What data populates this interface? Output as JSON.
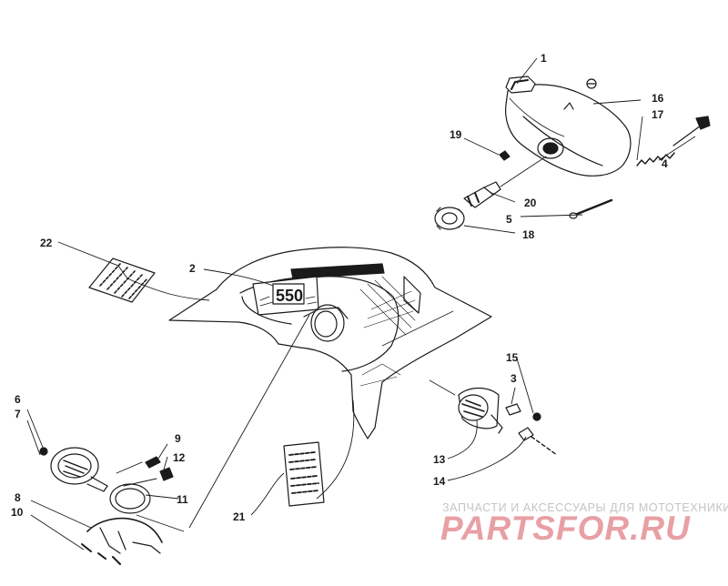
{
  "diagram": {
    "parts": [
      {
        "id": "1",
        "label": "1"
      },
      {
        "id": "2",
        "label": "2"
      },
      {
        "id": "3",
        "label": "3"
      },
      {
        "id": "4",
        "label": "4"
      },
      {
        "id": "5",
        "label": "5"
      },
      {
        "id": "6",
        "label": "6"
      },
      {
        "id": "7",
        "label": "7"
      },
      {
        "id": "8",
        "label": "8"
      },
      {
        "id": "9",
        "label": "9"
      },
      {
        "id": "10",
        "label": "10"
      },
      {
        "id": "11",
        "label": "11"
      },
      {
        "id": "12",
        "label": "12"
      },
      {
        "id": "13",
        "label": "13"
      },
      {
        "id": "14",
        "label": "14"
      },
      {
        "id": "15",
        "label": "15"
      },
      {
        "id": "16",
        "label": "16"
      },
      {
        "id": "17",
        "label": "17"
      },
      {
        "id": "18",
        "label": "18"
      },
      {
        "id": "19",
        "label": "19"
      },
      {
        "id": "20",
        "label": "20"
      },
      {
        "id": "21",
        "label": "21"
      },
      {
        "id": "22",
        "label": "22"
      }
    ],
    "hood_badge": "550"
  },
  "watermark": {
    "tagline": "ЗАПЧАСТИ И АКСЕССУАРЫ ДЛЯ МОТОТЕХНИКИ",
    "brand_part1": "PARTS",
    "brand_part2": "FOR.RU",
    "color_red": "#e8a0a4",
    "color_gray": "#c4c4c4"
  }
}
